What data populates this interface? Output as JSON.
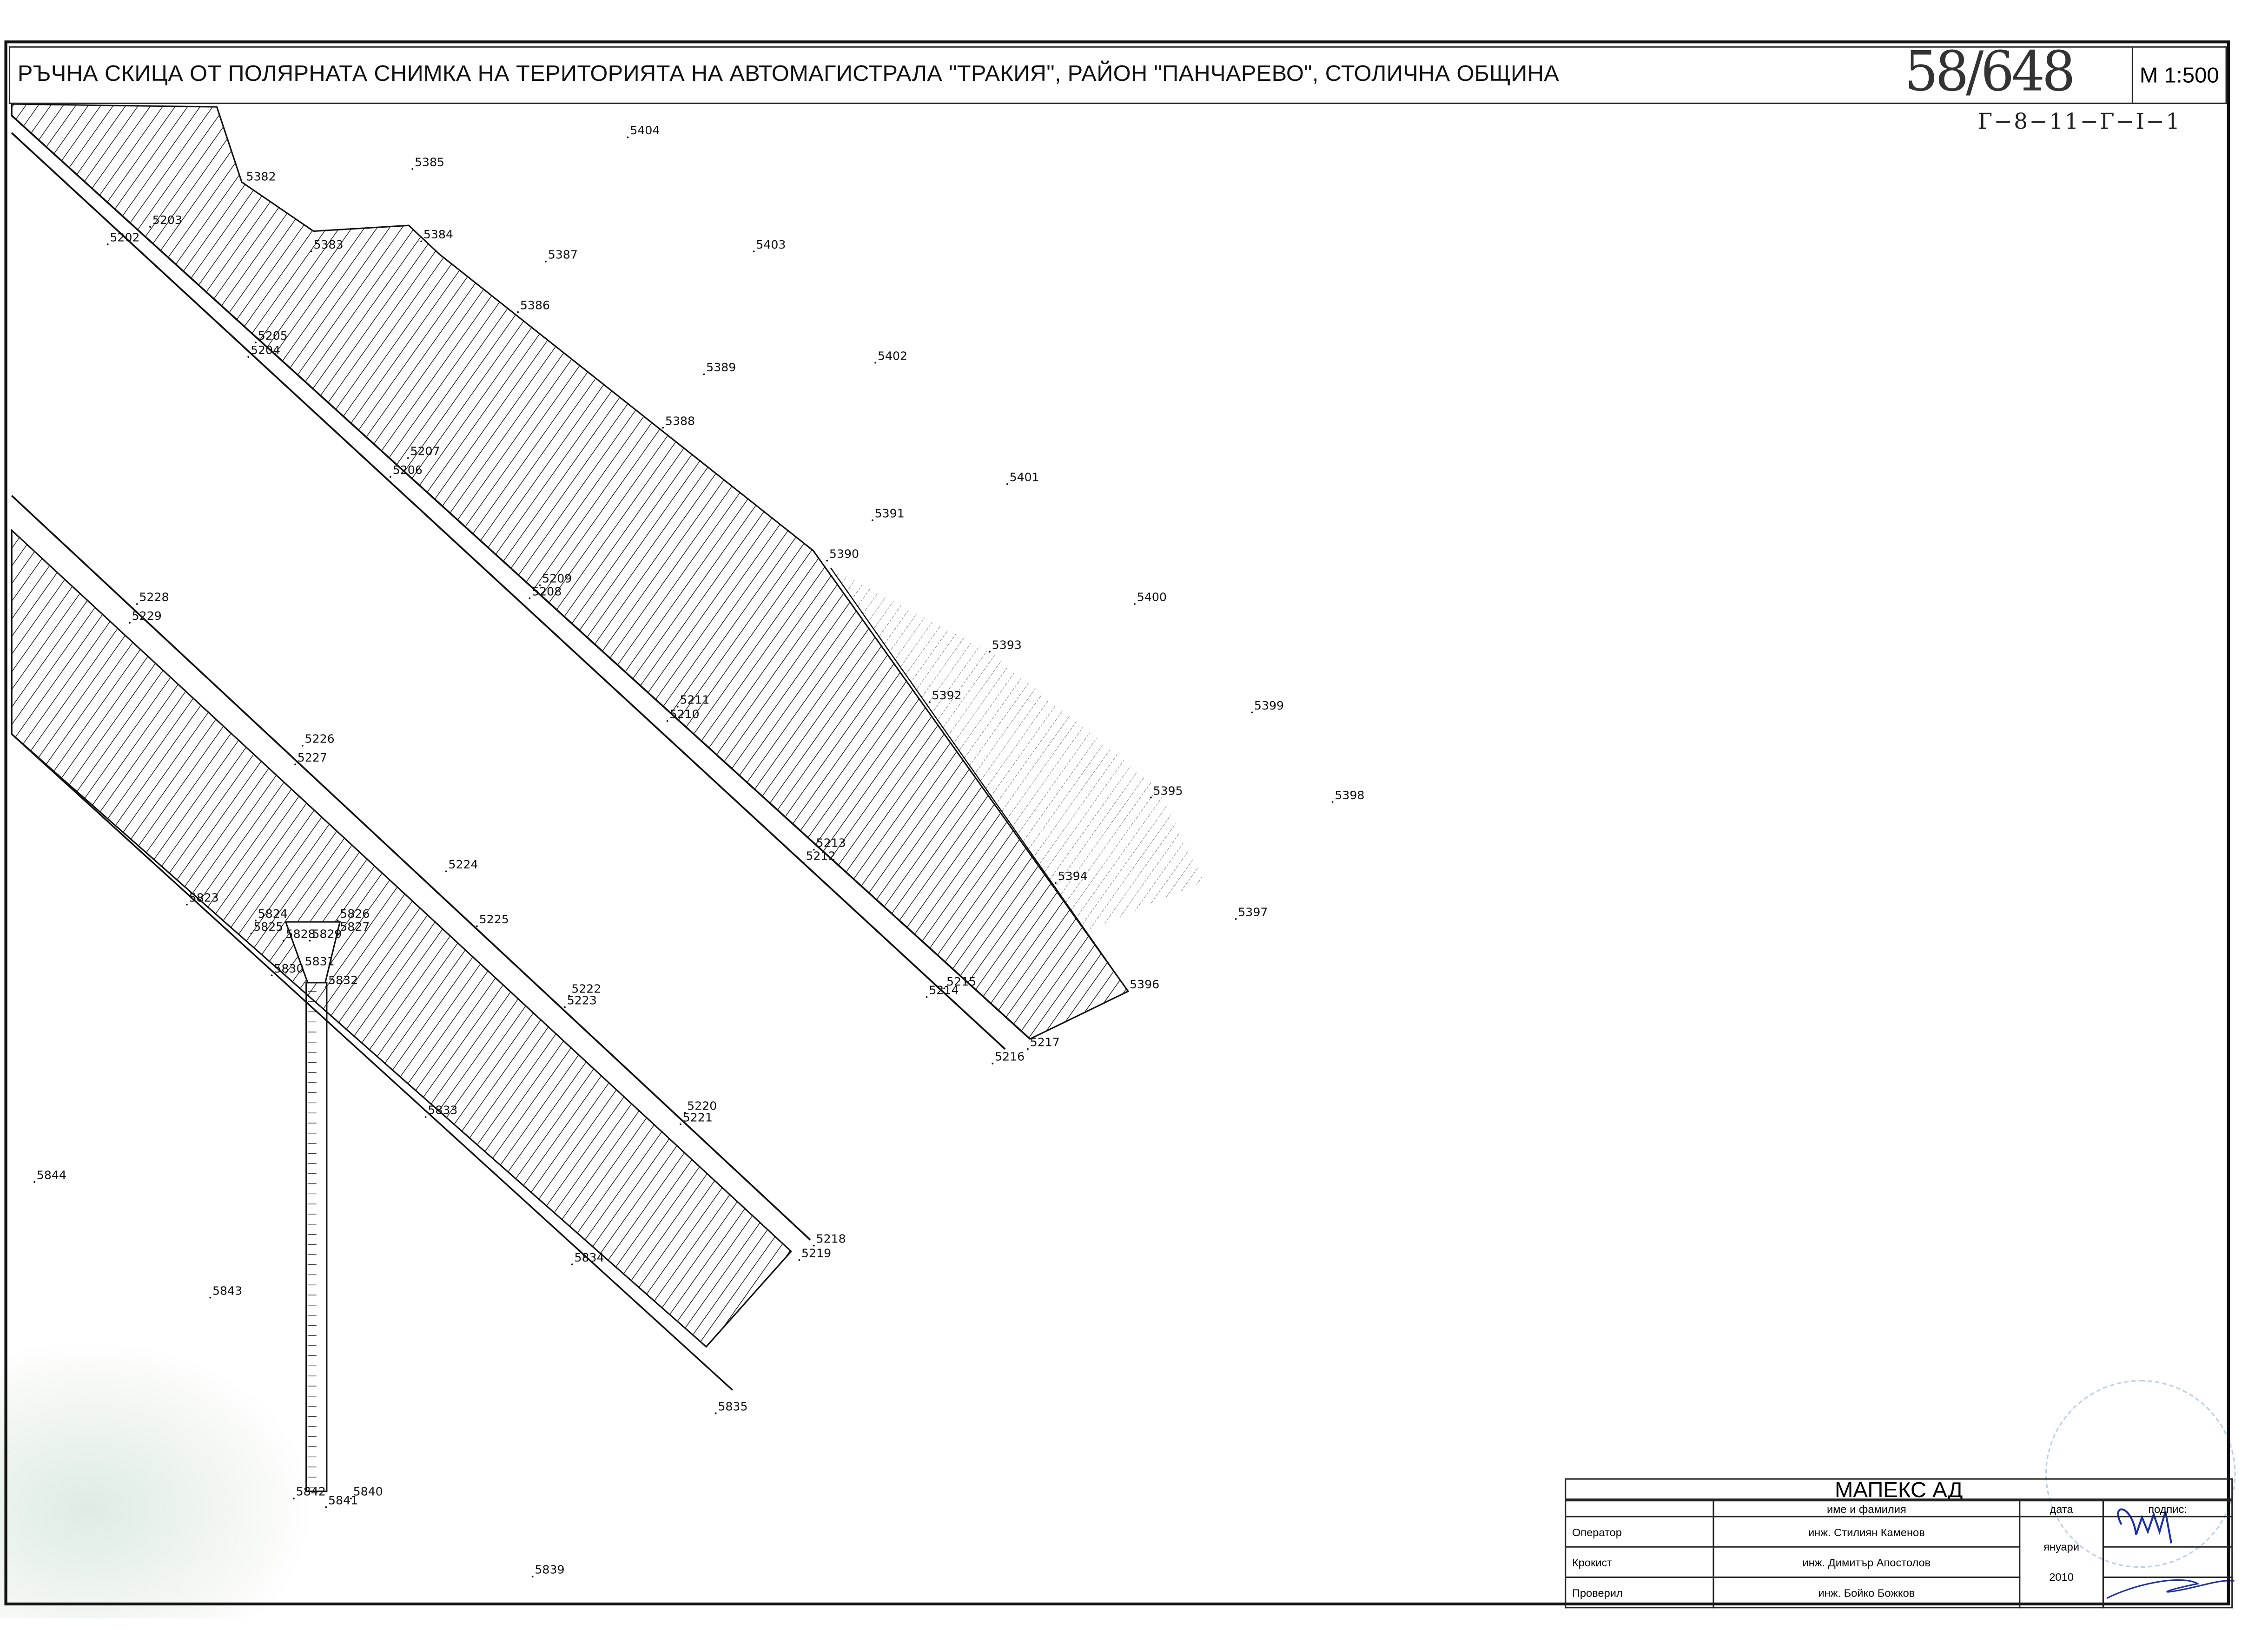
{
  "header": {
    "title": "РЪЧНА  СКИЦА ОТ ПОЛЯРНАТА СНИМКА НА ТЕРИТОРИЯТА НА АВТОМАГИСТРАЛА \"ТРАКИЯ\", РАЙОН \"ПАНЧАРЕВО\", СТОЛИЧНА ОБЩИНА",
    "sheet_number_handwritten": "58/648",
    "scale": "M 1:500",
    "sheet_code": "Г−8−11−Г−I−1"
  },
  "points": [
    "5404",
    "5385",
    "5382",
    "5203",
    "5202",
    "5383",
    "5384",
    "5387",
    "5403",
    "5386",
    "5205",
    "5204",
    "5389",
    "5402",
    "5388",
    "5207",
    "5206",
    "5401",
    "5391",
    "5390",
    "5400",
    "5209",
    "5208",
    "5393",
    "5228",
    "5229",
    "5392",
    "5211",
    "5210",
    "5399",
    "5226",
    "5227",
    "5395",
    "5398",
    "5213",
    "5212",
    "5224",
    "5394",
    "5823",
    "5397",
    "5824",
    "5825",
    "5826",
    "5827",
    "5828",
    "5829",
    "5225",
    "5831",
    "5830",
    "5832",
    "5396",
    "5215",
    "5214",
    "5222",
    "5223",
    "5217",
    "5216",
    "5220",
    "5221",
    "5833",
    "5844",
    "5218",
    "5219",
    "5834",
    "5843",
    "5835",
    "5842",
    "5841",
    "5840",
    "5839"
  ],
  "title_block": {
    "company": "МАПЕКС   АД",
    "col_name": "име и фамилия",
    "col_date": "дата",
    "col_sign": "подпис:",
    "rows": [
      {
        "role": "Оператор",
        "name": "инж. Стилиян Каменов"
      },
      {
        "role": "Крокист",
        "name": "инж. Димитър Апостолов"
      },
      {
        "role": "Проверил",
        "name": "инж. Бойко Божков"
      }
    ],
    "date_month": "януари",
    "date_year": "2010"
  },
  "colors": {
    "ink": "#111111",
    "stamp": "#9bbbe8",
    "signature": "#1a2fb0"
  }
}
